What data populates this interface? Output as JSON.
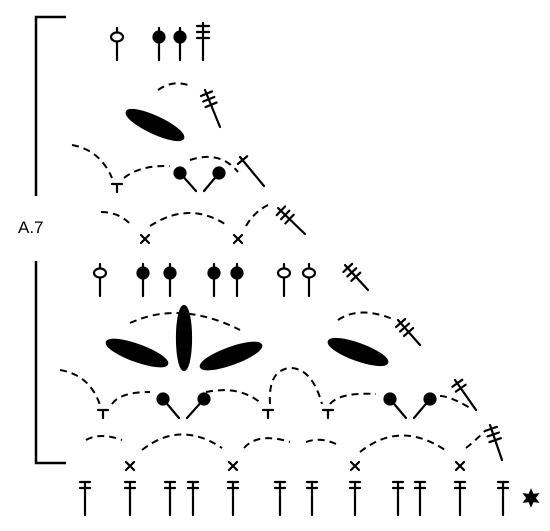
{
  "diagram": {
    "label": "A.7",
    "ink_color": "#000000",
    "background": "#ffffff",
    "symbols": [
      "treble-crochet",
      "double-crochet",
      "half-double-crochet",
      "single-crochet",
      "chain-arc",
      "puff-stitch",
      "bobble-cluster",
      "picot-loop",
      "slanted-treble-group",
      "star-start-marker"
    ]
  }
}
